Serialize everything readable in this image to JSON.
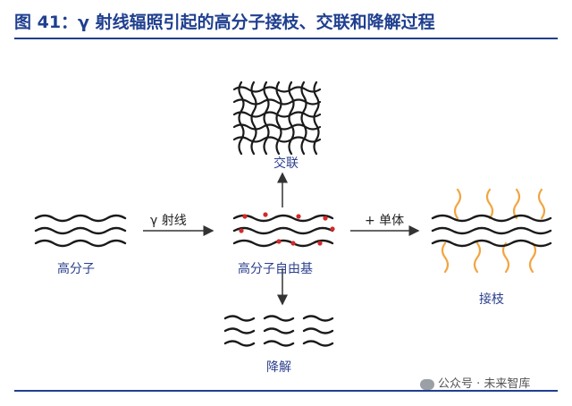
{
  "figure": {
    "title": "图 41：γ 射线辐照引起的高分子接枝、交联和降解过程"
  },
  "labels": {
    "polymer": "高分子",
    "gamma_ray": "γ 射线",
    "radical": "高分子自由基",
    "crosslink": "交联",
    "degradation": "降解",
    "monomer": "+ 单体",
    "graft": "接枝"
  },
  "watermark": {
    "text": "公众号 · 未来智库"
  },
  "colors": {
    "title": "#1f3f8f",
    "chain": "#1a1a1a",
    "radical_dot": "#d62828",
    "graft_chain": "#f2a541",
    "arrow": "#333333",
    "label_blue": "#2b3f8c"
  }
}
